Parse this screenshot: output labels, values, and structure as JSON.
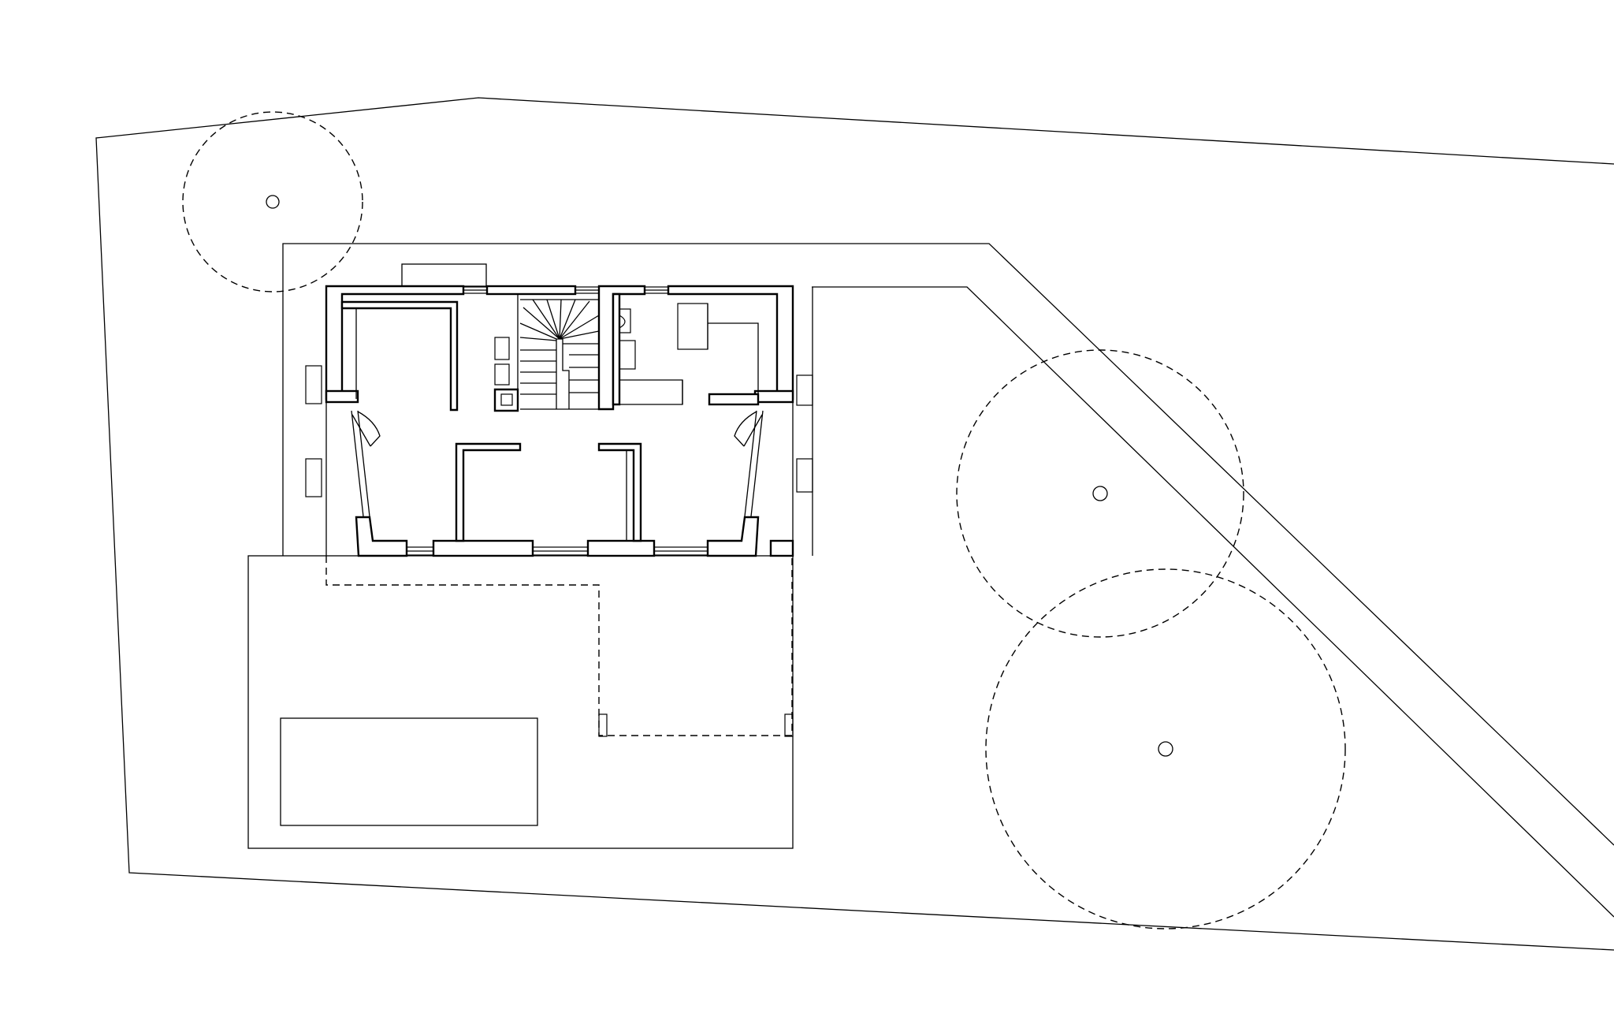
{
  "drawing": {
    "type": "site-plan",
    "line_color": "#000000",
    "background_color": "#ffffff"
  },
  "trees": [
    {
      "id": "tree-northwest"
    },
    {
      "id": "tree-east"
    },
    {
      "id": "tree-southeast"
    }
  ]
}
